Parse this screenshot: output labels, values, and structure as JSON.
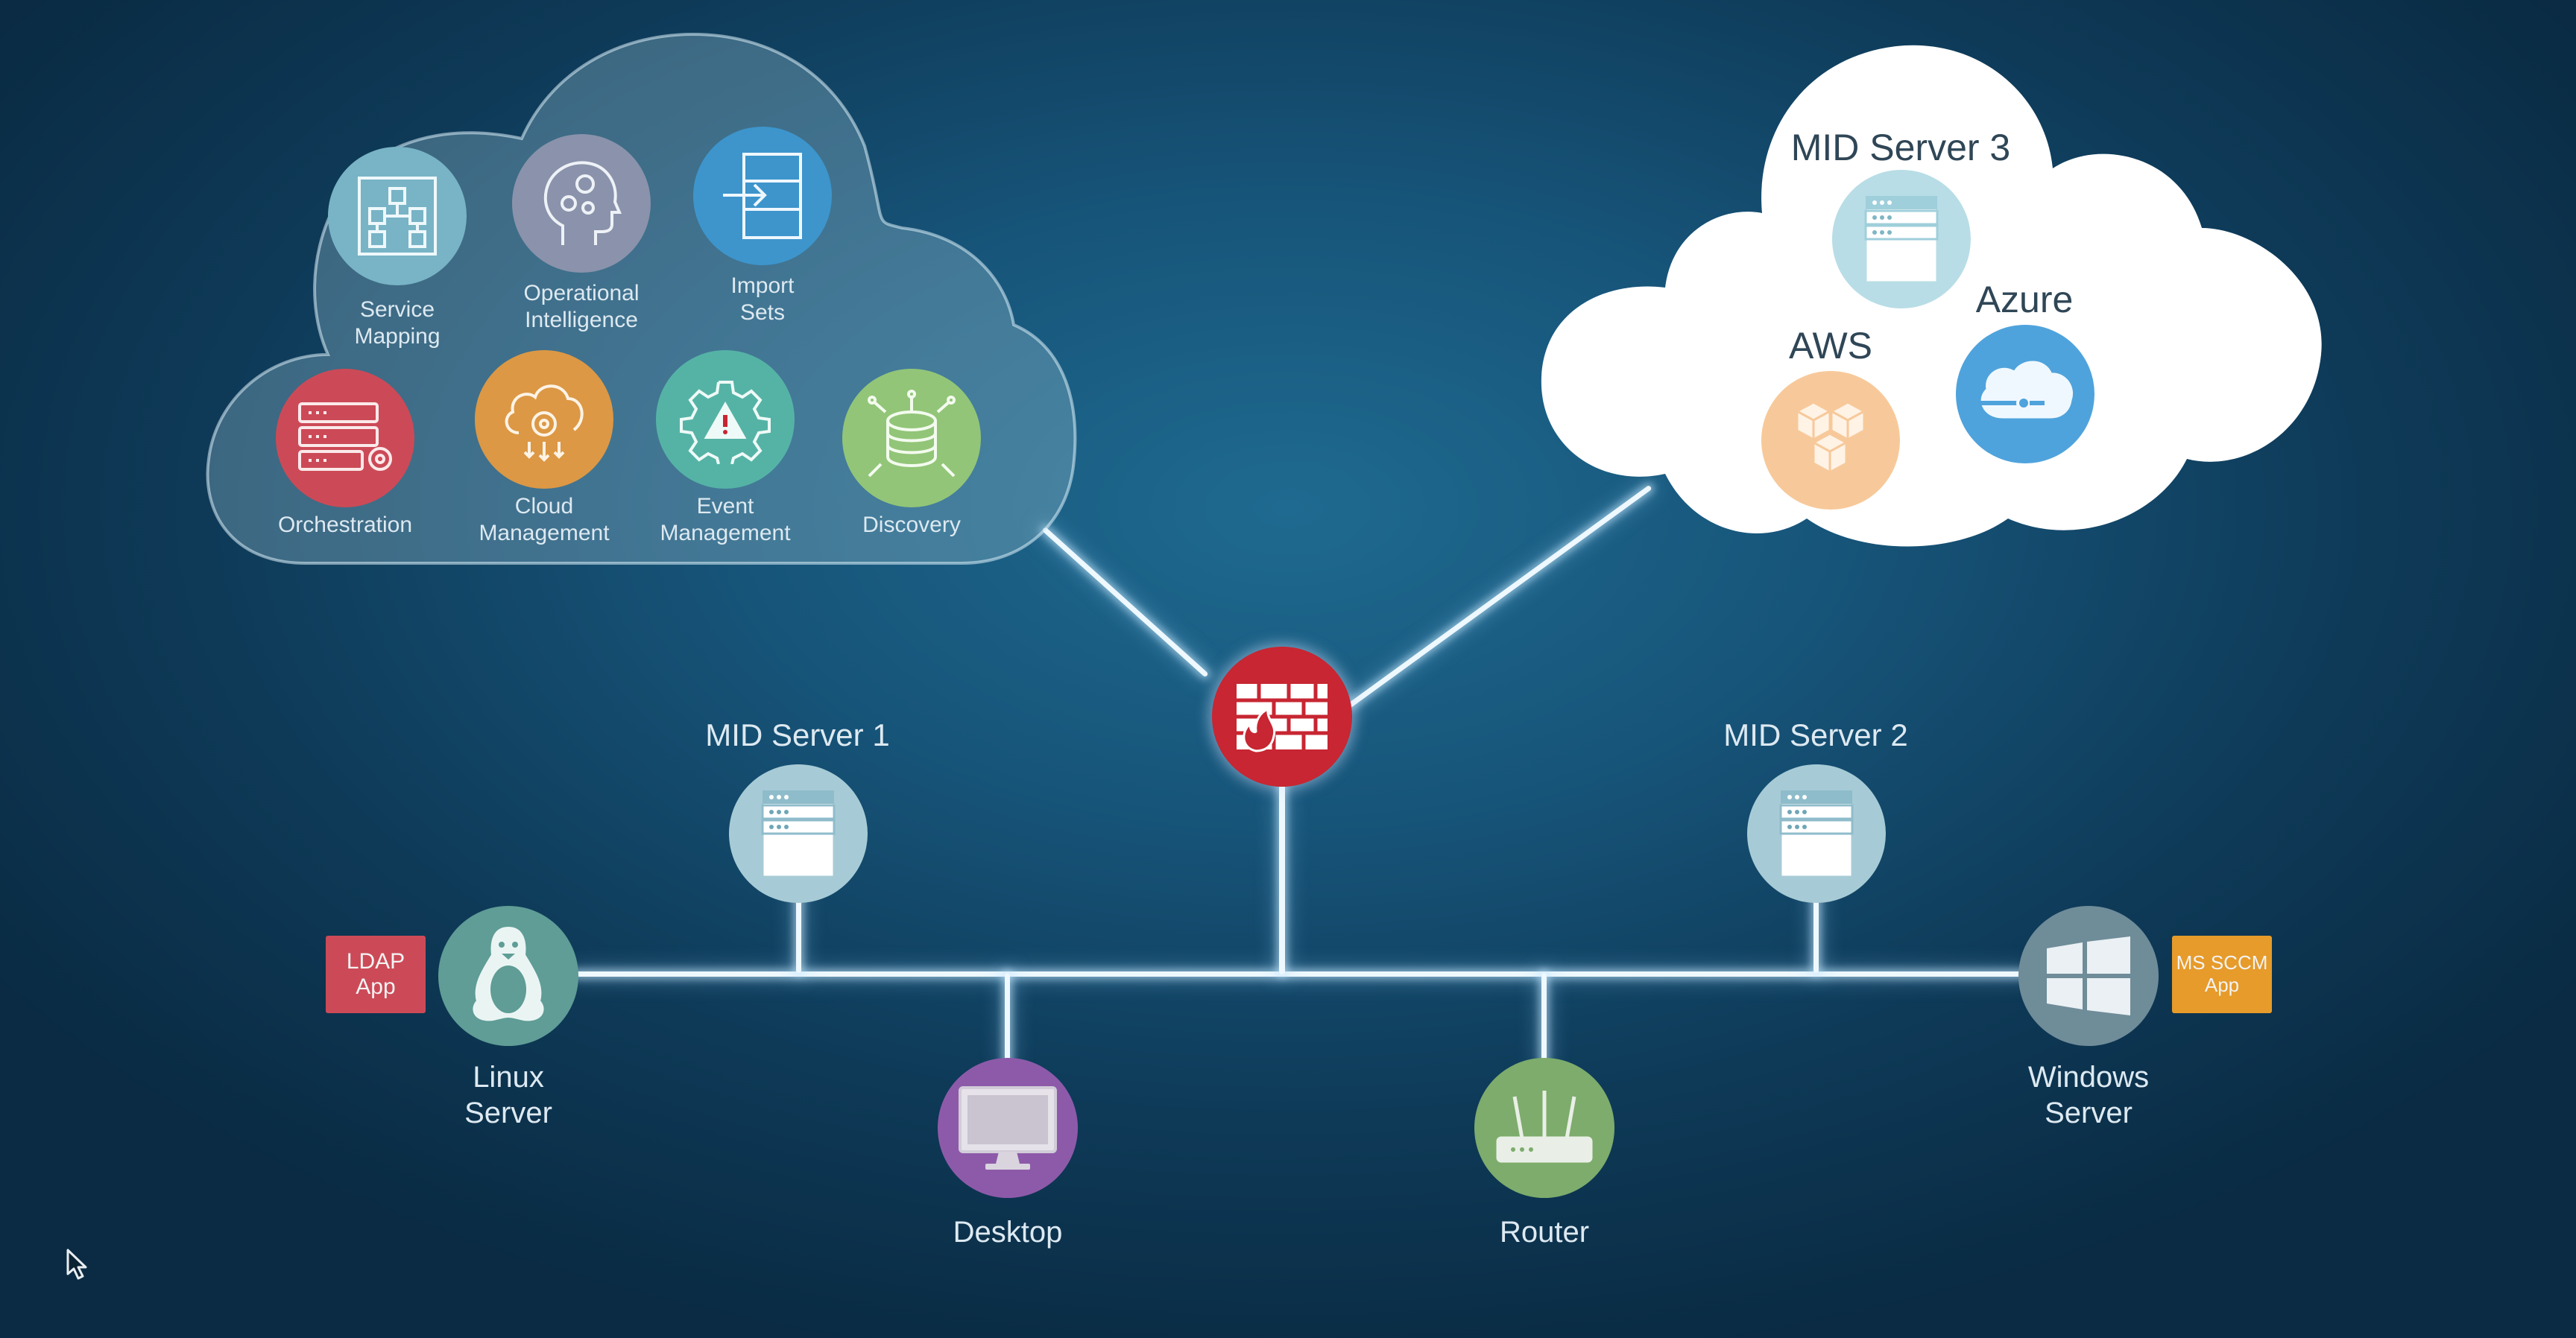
{
  "private_cloud": {
    "items": [
      {
        "key": "service_mapping",
        "label": "Service\nMapping",
        "icon": "service-mapping-icon",
        "color": "#78b4c6"
      },
      {
        "key": "operational_intelligence",
        "label": "Operational\nIntelligence",
        "icon": "brain-gears-icon",
        "color": "#8a93ab"
      },
      {
        "key": "import_sets",
        "label": "Import\nSets",
        "icon": "import-sets-icon",
        "color": "#3d95cc"
      },
      {
        "key": "orchestration",
        "label": "Orchestration",
        "icon": "server-gear-icon",
        "color": "#cc4a57"
      },
      {
        "key": "cloud_management",
        "label": "Cloud\nManagement",
        "icon": "cloud-gear-icon",
        "color": "#dc9845"
      },
      {
        "key": "event_management",
        "label": "Event\nManagement",
        "icon": "alert-gear-icon",
        "color": "#55b3a6"
      },
      {
        "key": "discovery",
        "label": "Discovery",
        "icon": "database-icon",
        "color": "#92c578"
      }
    ]
  },
  "public_cloud": {
    "mid_server_3": "MID Server 3",
    "aws": "AWS",
    "azure": "Azure",
    "colors": {
      "mid": "#b8dde6",
      "aws": "#f7c99a",
      "azure": "#4fa3dc"
    }
  },
  "firewall": {
    "icon": "firewall-icon",
    "color": "#c72632"
  },
  "network": {
    "mid_server_1": "MID Server 1",
    "mid_server_2": "MID Server 2",
    "linux_server": "Linux\nServer",
    "desktop": "Desktop",
    "router": "Router",
    "windows_server": "Windows\nServer",
    "ldap_app": "LDAP\nApp",
    "ms_sccm_app": "MS SCCM\nApp",
    "colors": {
      "mid": "#a7cbd6",
      "linux": "#5f9d96",
      "desktop": "#8d5aa9",
      "router": "#7dac6c",
      "windows": "#6f8c99",
      "ldap": "#cc4a57",
      "sccm": "#e69b2a"
    }
  }
}
